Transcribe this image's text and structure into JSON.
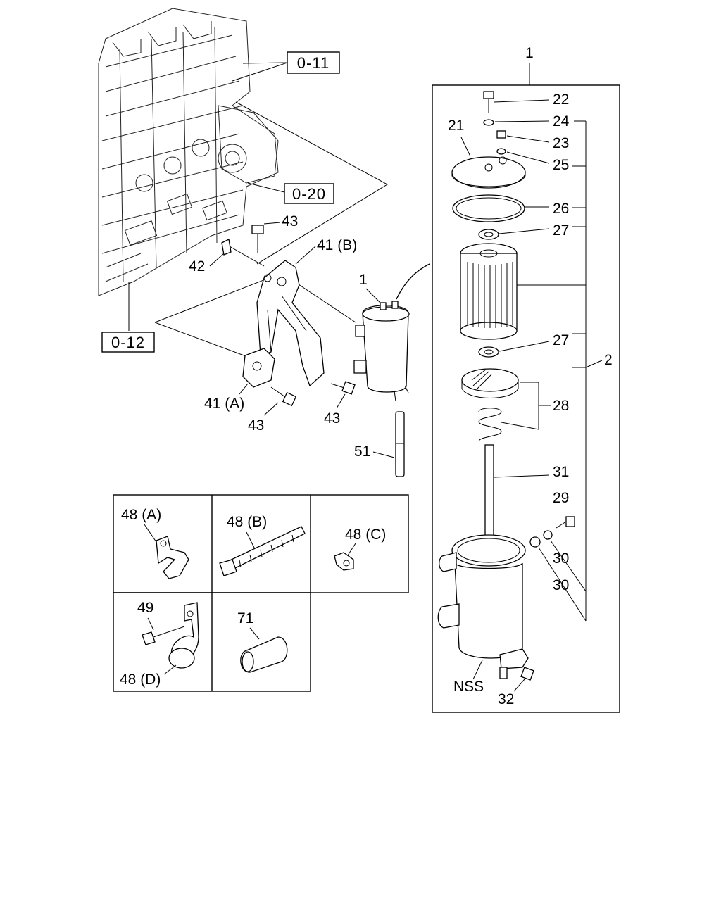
{
  "refs": {
    "r011": "0-11",
    "r020": "0-20",
    "r012": "0-12"
  },
  "callouts": {
    "c1_top": "1",
    "c1_mid": "1",
    "c2": "2",
    "c21": "21",
    "c22": "22",
    "c23": "23",
    "c24": "24",
    "c25": "25",
    "c26": "26",
    "c27a": "27",
    "c27b": "27",
    "c28": "28",
    "c29": "29",
    "c30a": "30",
    "c30b": "30",
    "c31": "31",
    "c32": "32",
    "nss": "NSS",
    "c41a": "41 (A)",
    "c41b": "41 (B)",
    "c42": "42",
    "c43a": "43",
    "c43b": "43",
    "c43c": "43",
    "c51": "51"
  },
  "grid": {
    "c48a": "48 (A)",
    "c48b": "48 (B)",
    "c48c": "48 (C)",
    "c48d": "48 (D)",
    "c49": "49",
    "c71": "71"
  }
}
